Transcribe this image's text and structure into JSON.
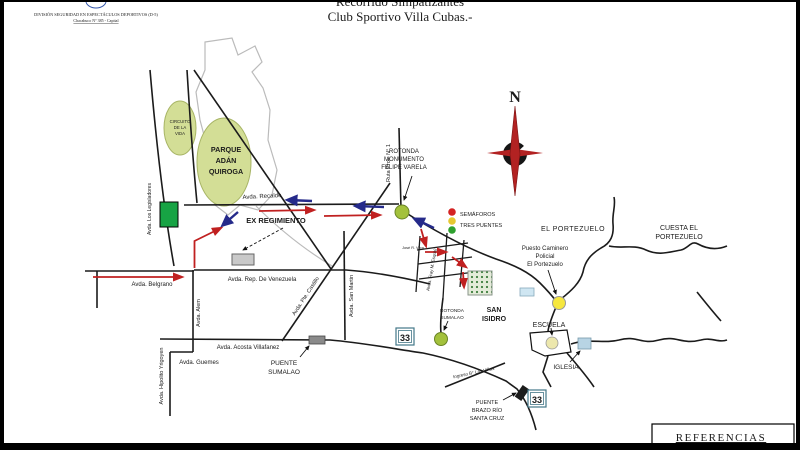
{
  "header": {
    "org_line1": "DIVISIÓN SEGURIDAD EN ESPECTÁCULOS DEPORTIVOS (D-5)",
    "org_line2": "Chacabuco N° 385 - Capital",
    "title_line1": "Recorrido Simpatizantes",
    "title_line2": "Club Sportivo Villa Cubas.-"
  },
  "legend": {
    "title": "REFERENCIAS"
  },
  "compass": {
    "north": "N"
  },
  "map": {
    "parks": {
      "circuito": [
        "CIRCUITO",
        "DE LA",
        "VIDA"
      ],
      "parque": [
        "PARQUE",
        "ADÁN",
        "QUIROGA"
      ]
    },
    "streets": {
      "los_legisladores": "Avda. Los Legisladores",
      "recalde": "Avda. Recalde",
      "ruta_prov_1": "Ruta Prov. N° 1",
      "belgrano": "Avda. Belgrano",
      "venezuela": "Avda. Rep. De Venezuela",
      "alem": "Avda. Alem",
      "pte_castillo": "Avda. Pte. Castillo",
      "san_martin": "Avda. San Martin",
      "acosta_villafanez": "Avda. Acosta Villafanez",
      "guemes": "Avda. Guemes",
      "hipolito_yrigoyen": "Avda. Hipolito Yrigoyen",
      "fray_esquiu": "Avda. Fray M. Esquiú",
      "jose_vera": "José R. Vera",
      "ingreso_las_vinas": "Ingreso B° Las Viñas"
    },
    "places": {
      "ex_regimiento": "EX REGIMIENTO",
      "rotonda_monumento": [
        "ROTONDA",
        "MONUMENTO",
        "FELIPE VARELA"
      ],
      "semaforos": [
        "SEMÁFOROS",
        "TRES PUENTES"
      ],
      "el_portezuelo": "EL PORTEZUELO",
      "cuesta_portezuelo": [
        "CUESTA EL",
        "PORTEZUELO"
      ],
      "puesto_caminero": [
        "Puesto Caminero",
        "Policial",
        "El Portezuelo"
      ],
      "san_isidro": [
        "SAN",
        "ISIDRO"
      ],
      "rotonda_sumalao": [
        "ROTONDA",
        "SUMALAO"
      ],
      "escuela": "ESCUELA",
      "iglesia": "IGLESIA",
      "puente_sumalao": [
        "PUENTE",
        "SUMALAO"
      ],
      "puente_brazo": [
        "PUENTE",
        "BRAZO RÍO",
        "SANTA CRUZ"
      ]
    },
    "route_badge": "33",
    "colors": {
      "route_red": "#c02020",
      "route_blue": "#252a8a",
      "park_green": "#d3de96",
      "stadium_green": "#17a344",
      "rotonda_green": "#a3c13c",
      "poi_yellow": "#f6e73e",
      "escuela_yellow": "#ece7ad",
      "semaforo_label_pink": "#c96a86",
      "semaforo_red": "#d42222",
      "semaforo_yellow": "#e6c832",
      "semaforo_green": "#2fa12f",
      "compass_red": "#b22222"
    }
  }
}
